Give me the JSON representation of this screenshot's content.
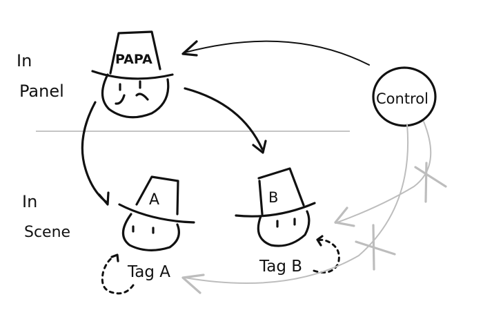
{
  "labels": {
    "in_panel_line1": "In",
    "in_panel_line2": "Panel",
    "in_scene_line1": "In",
    "in_scene_line2": "Scene"
  },
  "nodes": {
    "papa": {
      "hat_text": "PAPA"
    },
    "a": {
      "hat_text": "A",
      "tag": "Tag A"
    },
    "b": {
      "hat_text": "B",
      "tag": "Tag B"
    },
    "control": {
      "text": "Control"
    }
  },
  "colors": {
    "ink": "#111111",
    "grey": "#bdbdbd",
    "background": "#ffffff"
  }
}
